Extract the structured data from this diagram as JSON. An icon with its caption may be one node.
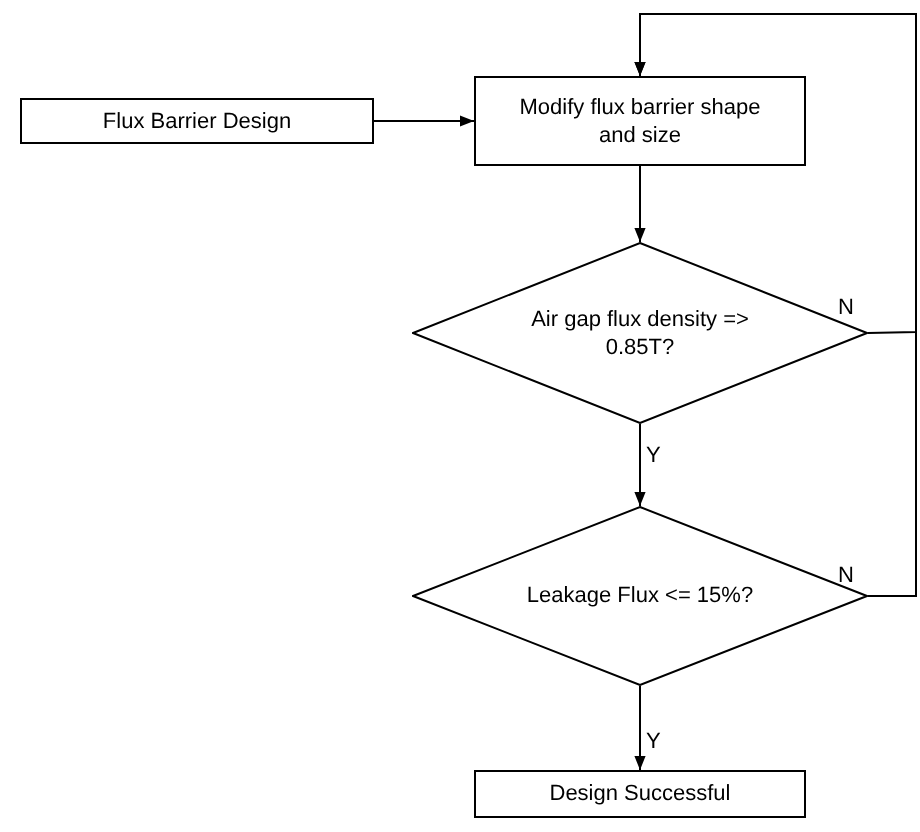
{
  "diagram": {
    "nodes": [
      {
        "text": [
          "Flux Barrier Design"
        ]
      },
      {
        "text": [
          "Modify flux barrier shape and size"
        ]
      },
      {
        "text": [
          "Air gap flux density => 0.85T?"
        ]
      },
      {
        "text": [
          "Leakage Flux <= 15%?"
        ]
      },
      {
        "text": [
          "Design Successful"
        ]
      }
    ],
    "edges": [
      {
        "from": 0,
        "to": 1,
        "arrow": "to"
      },
      {
        "from": 1,
        "to": 2,
        "arrow": "to"
      },
      {
        "from": 2,
        "to": 3,
        "arrow": "to",
        "label": "Y"
      },
      {
        "from": 3,
        "to": 4,
        "arrow": "to",
        "label": "Y"
      },
      {
        "from": 2,
        "to": 1,
        "arrow": "to",
        "label": "N"
      },
      {
        "from": 3,
        "to": 1,
        "arrow": "to",
        "label": "N"
      }
    ]
  }
}
